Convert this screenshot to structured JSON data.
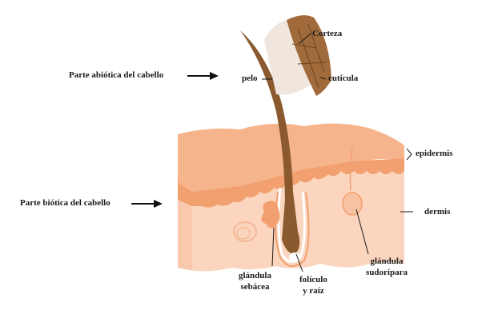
{
  "diagram": {
    "type": "anatomical-illustration",
    "subject": "hair and skin cross-section"
  },
  "labels": {
    "abiotic": "Parte abiótica del cabello",
    "biotic": "Parte biótica del cabello",
    "corteza": "Corteza",
    "pelo": "pelo",
    "cuticula": "cutícula",
    "epidermis": "epidermis",
    "dermis": "dermis",
    "glandula_sebacea_1": "glándula",
    "glandula_sebacea_2": "sebácea",
    "foliculo_1": "folículo",
    "foliculo_2": "y raíz",
    "glandula_sudoripara_1": "glándula",
    "glandula_sudoripara_2": "sudorípara"
  },
  "colors": {
    "epidermis": "#f4a57a",
    "dermis": "#fbd5be",
    "dermis_light": "#fde3d2",
    "hair": "#8a5a2e",
    "hair_dark": "#5b3a1c",
    "cortex": "#a06a3a",
    "text": "#1a1a1a"
  }
}
